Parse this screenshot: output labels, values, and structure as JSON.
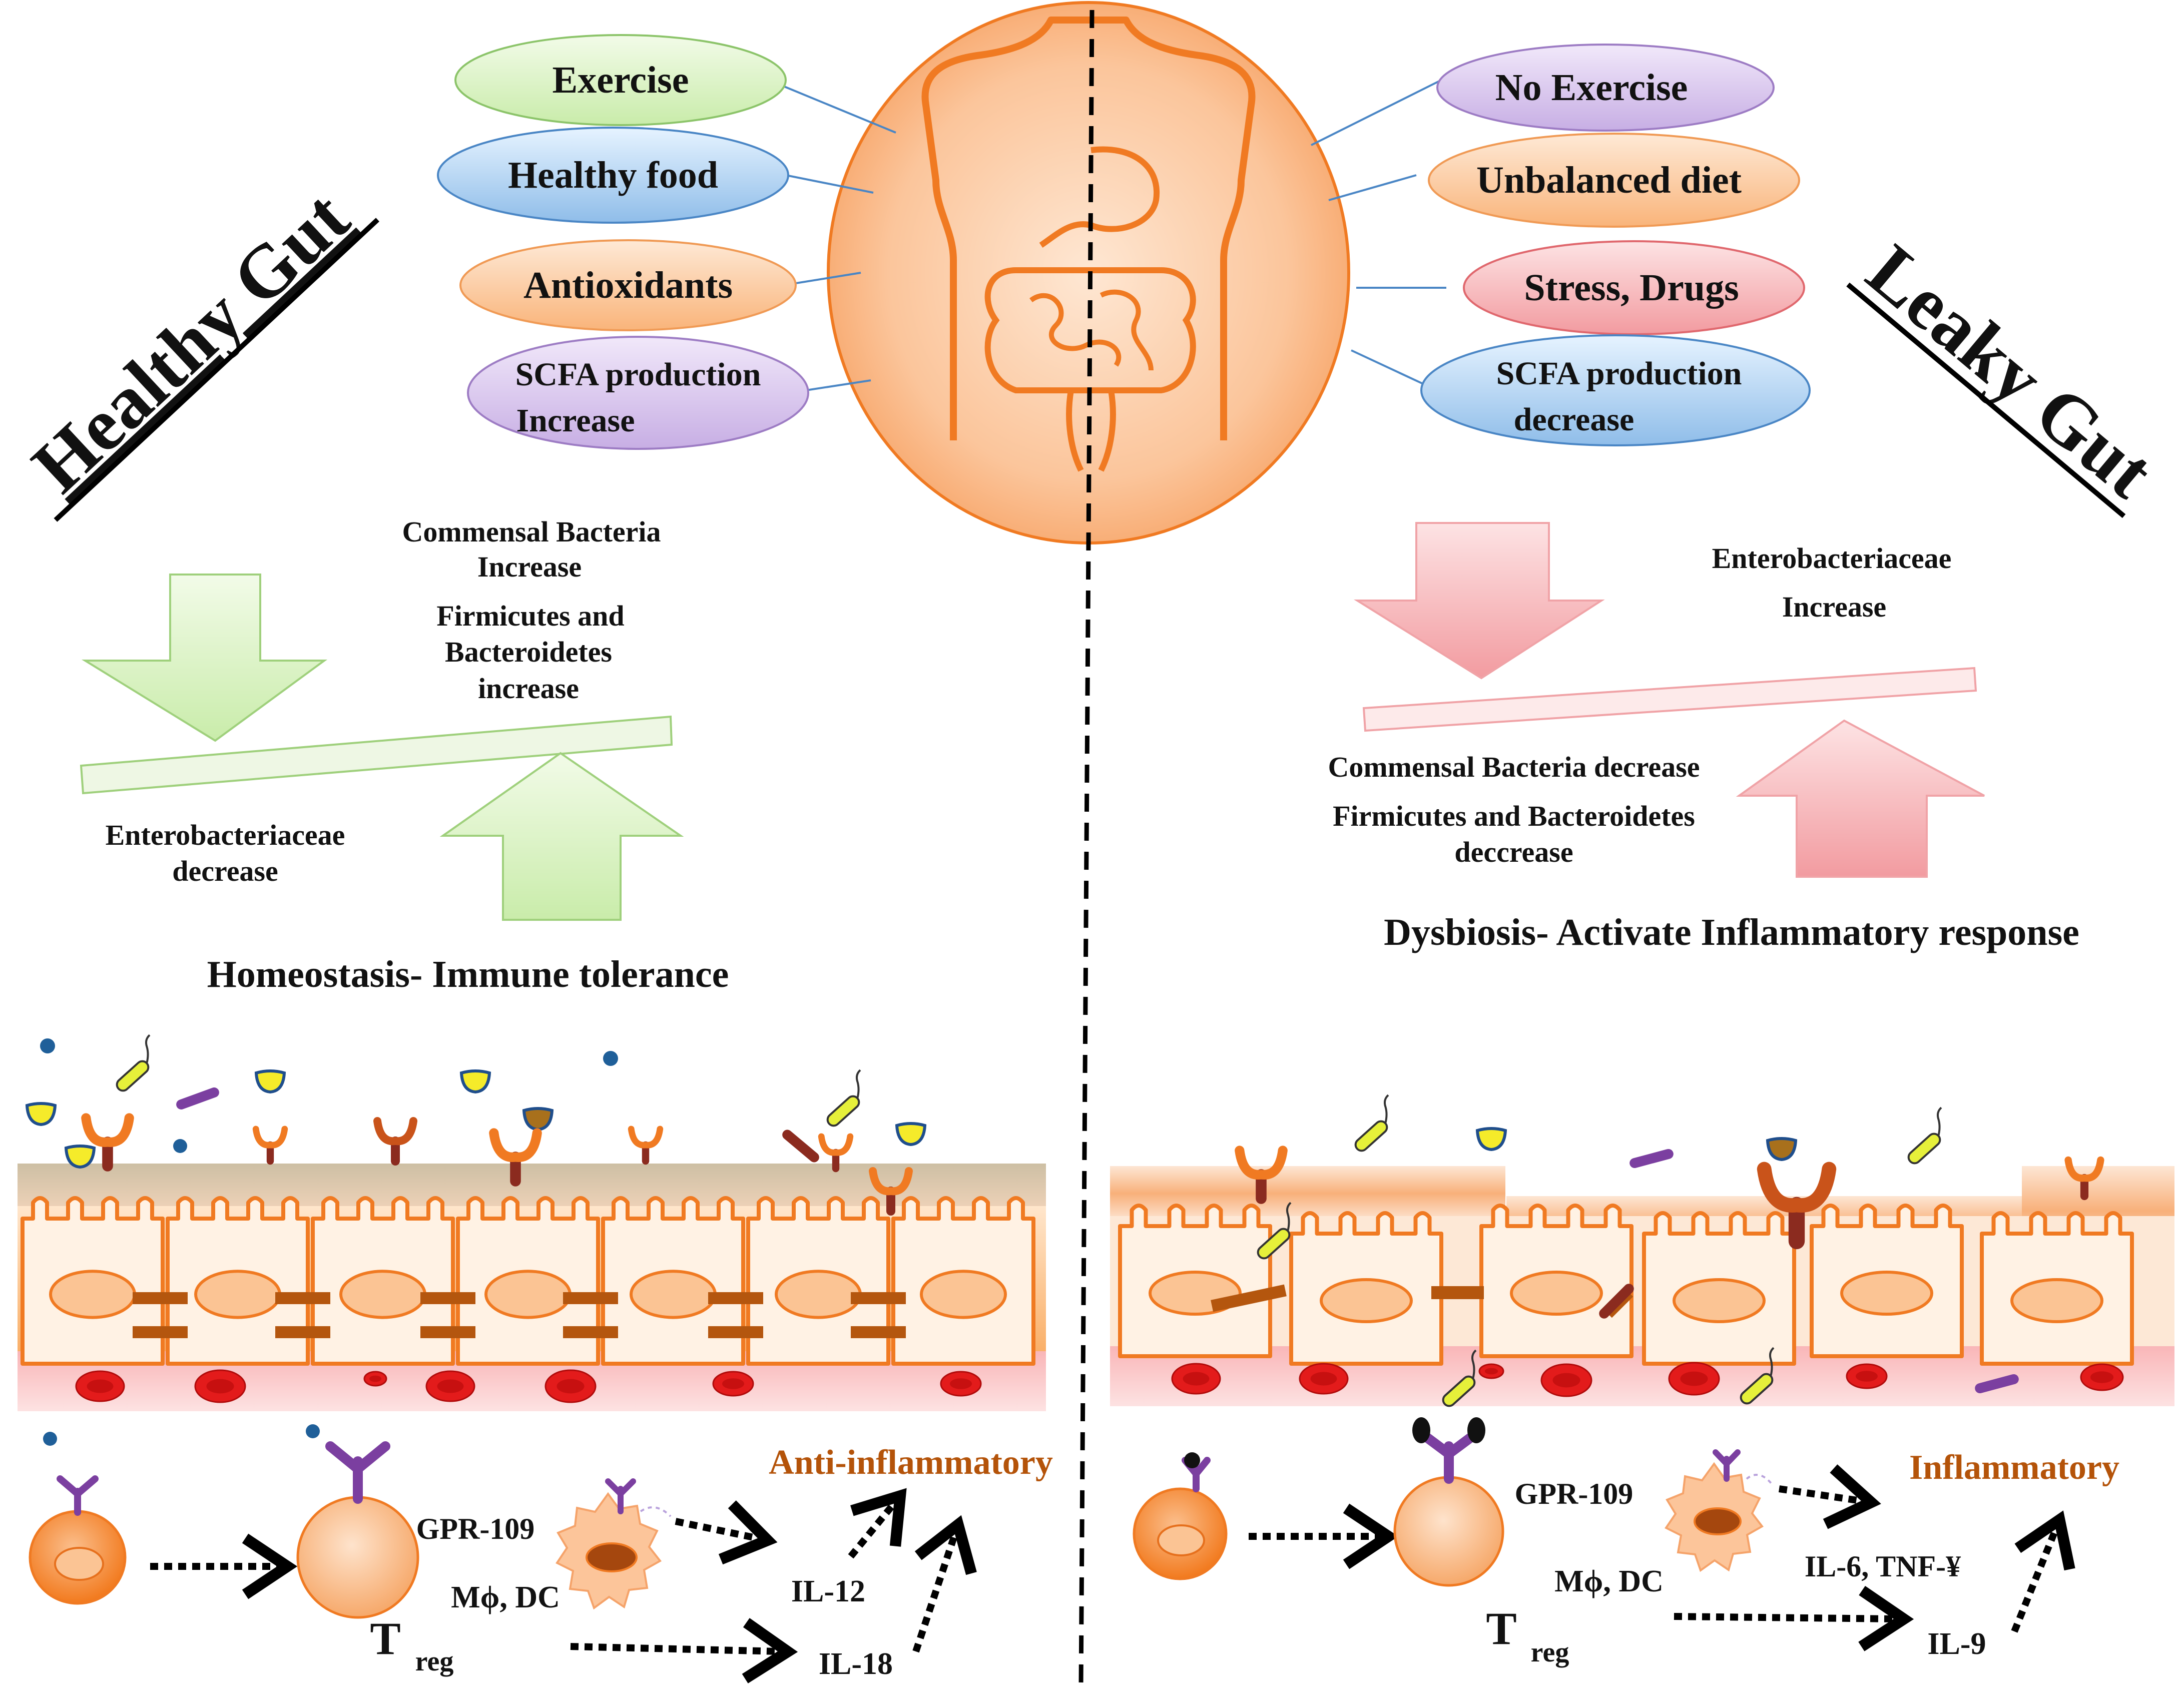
{
  "healthy": {
    "side_label": "Healthy Gut",
    "factors": [
      "Exercise",
      "Healthy food",
      "Antioxidants",
      "SCFA production",
      "Increase"
    ],
    "commensal": [
      "Commensal Bacteria",
      "Increase"
    ],
    "firmicutes": [
      "Firmicutes and",
      "Bacteroidetes",
      "increase"
    ],
    "entero": [
      "Enterobacteriaceae",
      "decrease"
    ],
    "outcome": "Homeostasis- Immune tolerance",
    "response": "Anti-inflammatory",
    "gpr": "GPR-109",
    "mphi": "Mϕ, DC",
    "treg_t": "T",
    "treg_sub": "reg",
    "il_a": "IL-12",
    "il_b": "IL-18"
  },
  "leaky": {
    "side_label": "Leaky Gut",
    "factors": [
      "No Exercise",
      "Unbalanced diet",
      "Stress, Drugs",
      "SCFA production",
      "decrease"
    ],
    "entero": [
      "Enterobacteriaceae",
      "Increase"
    ],
    "commensal": "Commensal Bacteria decrease",
    "firmicutes": [
      "Firmicutes and Bacteroidetes",
      "deccrease"
    ],
    "outcome": "Dysbiosis- Activate Inflammatory response",
    "response": "Inflammatory",
    "gpr": "GPR-109",
    "mphi": "Mϕ, DC",
    "treg_t": "T",
    "treg_sub": "reg",
    "il_a": "IL-6, TNF-¥",
    "il_b": "IL-9"
  },
  "colors": {
    "body_orange": "#f07a22",
    "body_fill": "#fbbf90",
    "green_ellipse": "#dff5c8",
    "blue_ellipse": "#a9cdf0",
    "orange_ellipse": "#fbc79a",
    "purple_ellipse": "#d8c4ec",
    "red_ellipse": "#f6b3b6",
    "healthy_arrow": "#d9f5c3",
    "leaky_arrow": "#fbd2d4",
    "response_text": "#b45309"
  }
}
